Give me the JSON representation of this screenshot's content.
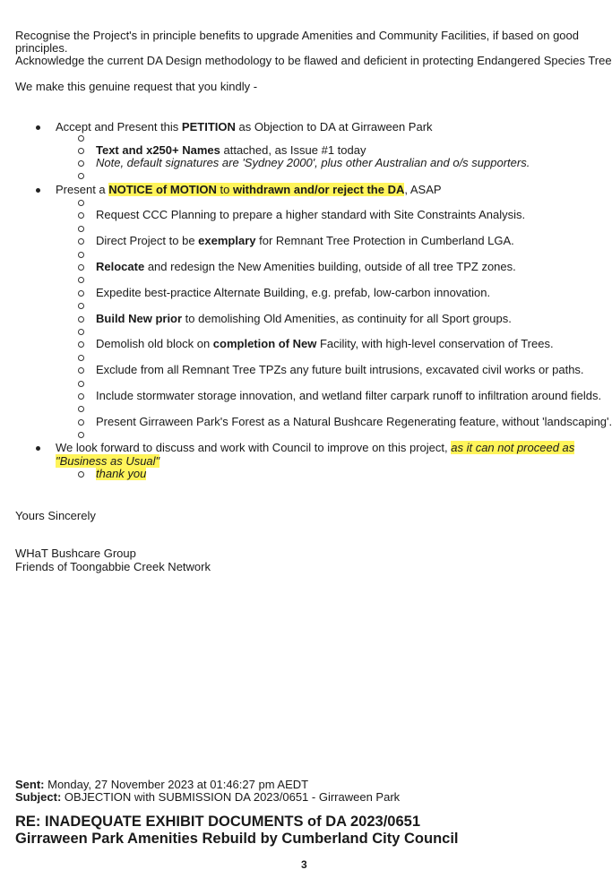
{
  "intro": {
    "line1": "Recognise the Project's in principle benefits to upgrade Amenities and Community Facilities, if based on good",
    "line2": "principles.",
    "line3": "Acknowledge the current DA Design methodology to be flawed and deficient in protecting Endangered Species Trees.",
    "request": "We make this genuine request that you kindly -"
  },
  "bullet1": {
    "pre": "Accept and Present this ",
    "bold": "PETITION",
    "post": " as Objection to DA at Girraween Park",
    "sub1_bold": "Text and x250+ Names",
    "sub1_rest": " attached, as Issue #1 today",
    "sub2": "Note, default signatures are 'Sydney 2000', plus other Australian and o/s supporters."
  },
  "bullet2": {
    "pre": "Present a ",
    "hl1": "NOTICE of MOTION",
    "hl2": " to ",
    "hl3": "withdrawn and/or reject the DA",
    "post": ", ASAP",
    "items": [
      {
        "a": "Request CCC Planning to prepare a higher standard with Site Constraints Analysis.",
        "b": "",
        "c": ""
      },
      {
        "a": "Direct Project to be ",
        "b": "exemplary",
        "c": " for Remnant Tree Protection in Cumberland LGA."
      },
      {
        "a": "",
        "b": "Relocate",
        "c": " and redesign the New Amenities building, outside of all tree TPZ zones."
      },
      {
        "a": "Expedite best-practice Alternate Building, e.g. prefab, low-carbon innovation.",
        "b": "",
        "c": ""
      },
      {
        "a": "",
        "b": "Build New prior",
        "c": " to demolishing Old Amenities, as continuity for all Sport groups."
      },
      {
        "a": "Demolish old block on ",
        "b": "completion of New",
        "c": " Facility, with high-level conservation of Trees."
      },
      {
        "a": "Exclude from all Remnant Tree TPZs any future built intrusions, excavated civil works or paths.",
        "b": "",
        "c": ""
      },
      {
        "a": "Include stormwater storage innovation, and wetland filter carpark runoff to infiltration around fields.",
        "b": "",
        "c": ""
      },
      {
        "a": "Present Girraween Park's Forest as a Natural Bushcare Regenerating feature, without 'landscaping'.",
        "b": "",
        "c": ""
      }
    ]
  },
  "bullet3": {
    "pre": "We look forward to discuss and work with Council to improve on this project, ",
    "hl_a": "as it can not proceed as",
    "hl_b": "\"Business as Usual\"",
    "sub": "thank you"
  },
  "closing": {
    "sign_off": "Yours Sincerely",
    "org1": "WHaT Bushcare Group",
    "org2": "Friends of Toongabbie Creek Network"
  },
  "email": {
    "sent_label": "Sent:",
    "sent_value": " Monday, 27 November 2023 at 01:46:27 pm AEDT",
    "subject_label": "Subject:",
    "subject_value": " OBJECTION with SUBMISSION DA 2023/0651 - Girraween Park",
    "heading1": "RE: INADEQUATE EXHIBIT DOCUMENTS of DA 2023/0651",
    "heading2": "Girraween Park Amenities Rebuild by Cumberland City Council"
  },
  "page_number": "3"
}
